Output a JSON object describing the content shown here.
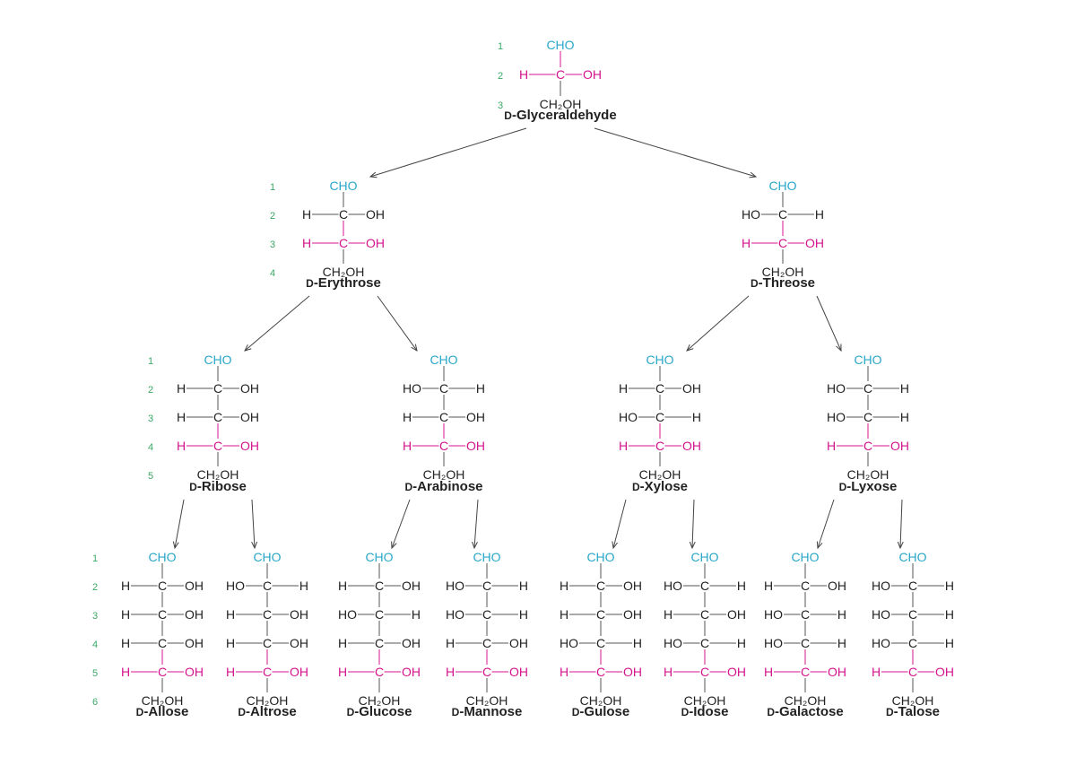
{
  "colors": {
    "aldehyde": "#2aa7c9",
    "reference_carbon": "#d4148c",
    "carbon_number": "#3aa866",
    "text": "#222222",
    "bond": "#555555",
    "arrow": "#444444"
  },
  "labels": {
    "aldehyde": "CHO",
    "carbon": "C",
    "hydroxyl": "OH",
    "hydrogen": "H",
    "hydroxyl_left": "HO",
    "terminal": "CH₂OH",
    "d_prefix": "D-"
  },
  "sugars": [
    {
      "id": "glyceraldehyde",
      "name": "Glyceraldehyde",
      "config": [
        "R"
      ]
    },
    {
      "id": "erythrose",
      "name": "Erythrose",
      "config": [
        "R",
        "R"
      ]
    },
    {
      "id": "threose",
      "name": "Threose",
      "config": [
        "L",
        "R"
      ]
    },
    {
      "id": "ribose",
      "name": "Ribose",
      "config": [
        "R",
        "R",
        "R"
      ]
    },
    {
      "id": "arabinose",
      "name": "Arabinose",
      "config": [
        "L",
        "R",
        "R"
      ]
    },
    {
      "id": "xylose",
      "name": "Xylose",
      "config": [
        "R",
        "L",
        "R"
      ]
    },
    {
      "id": "lyxose",
      "name": "Lyxose",
      "config": [
        "L",
        "L",
        "R"
      ]
    },
    {
      "id": "allose",
      "name": "Allose",
      "config": [
        "R",
        "R",
        "R",
        "R"
      ]
    },
    {
      "id": "altrose",
      "name": "Altrose",
      "config": [
        "L",
        "R",
        "R",
        "R"
      ]
    },
    {
      "id": "glucose",
      "name": "Glucose",
      "config": [
        "R",
        "L",
        "R",
        "R"
      ]
    },
    {
      "id": "mannose",
      "name": "Mannose",
      "config": [
        "L",
        "L",
        "R",
        "R"
      ]
    },
    {
      "id": "gulose",
      "name": "Gulose",
      "config": [
        "R",
        "R",
        "L",
        "R"
      ]
    },
    {
      "id": "idose",
      "name": "Idose",
      "config": [
        "L",
        "R",
        "L",
        "R"
      ]
    },
    {
      "id": "galactose",
      "name": "Galactose",
      "config": [
        "R",
        "L",
        "L",
        "R"
      ]
    },
    {
      "id": "talose",
      "name": "Talose",
      "config": [
        "L",
        "L",
        "L",
        "R"
      ]
    }
  ],
  "carbon_numbers": {
    "row0": [
      "1",
      "2",
      "3"
    ],
    "row1": [
      "1",
      "2",
      "3",
      "4"
    ],
    "row2": [
      "1",
      "2",
      "3",
      "4",
      "5"
    ],
    "row3": [
      "1",
      "2",
      "3",
      "4",
      "5",
      "6"
    ]
  },
  "arrows": [
    [
      "glyceraldehyde",
      "erythrose"
    ],
    [
      "glyceraldehyde",
      "threose"
    ],
    [
      "erythrose",
      "ribose"
    ],
    [
      "erythrose",
      "arabinose"
    ],
    [
      "threose",
      "xylose"
    ],
    [
      "threose",
      "lyxose"
    ],
    [
      "ribose",
      "allose"
    ],
    [
      "ribose",
      "altrose"
    ],
    [
      "arabinose",
      "glucose"
    ],
    [
      "arabinose",
      "mannose"
    ],
    [
      "xylose",
      "gulose"
    ],
    [
      "xylose",
      "idose"
    ],
    [
      "lyxose",
      "galactose"
    ],
    [
      "lyxose",
      "talose"
    ]
  ]
}
